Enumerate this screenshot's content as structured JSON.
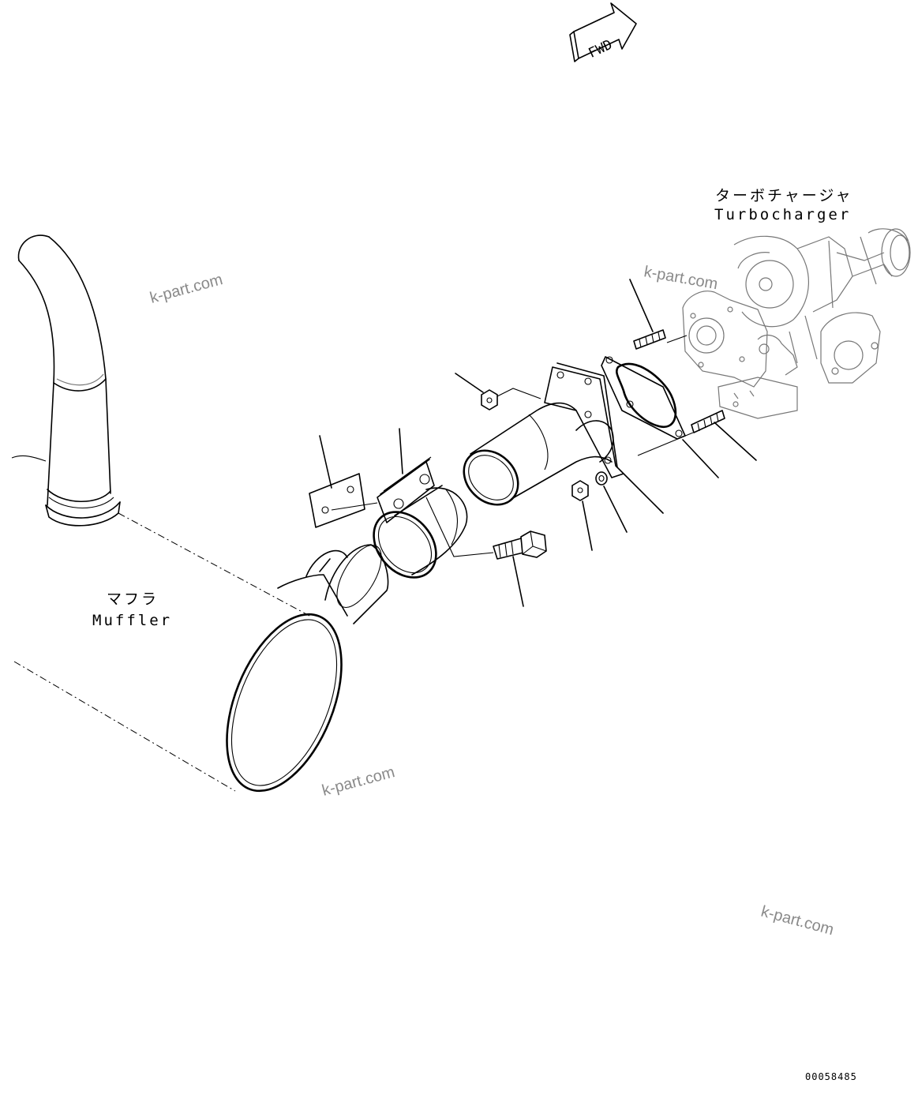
{
  "orientation": {
    "label": "FWD"
  },
  "labels": {
    "turbocharger": {
      "jp": "ターボチャージャ",
      "en": "Turbocharger"
    },
    "muffler": {
      "jp": "マフラ",
      "en": "Muffler"
    }
  },
  "watermarks": [
    "k-part.com",
    "k-part.com",
    "k-part.com",
    "k-part.com"
  ],
  "drawing_number": "00058485"
}
